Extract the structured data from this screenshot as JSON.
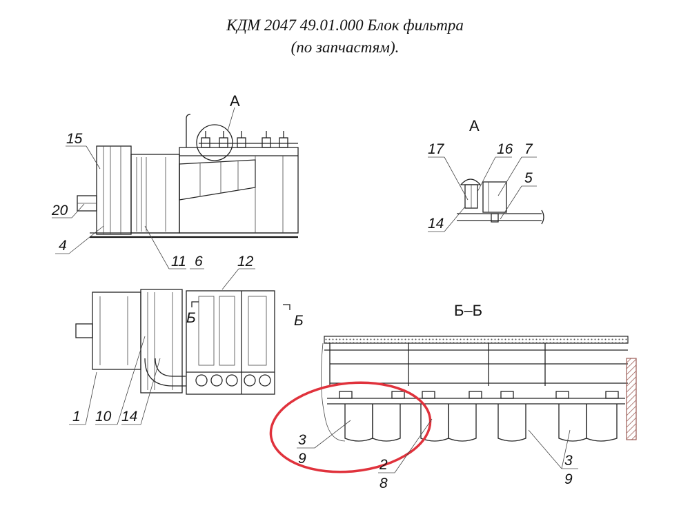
{
  "title": {
    "line1": "КДМ 2047 49.01.000 Блок фильтра",
    "line2": "(по запчастям)."
  },
  "side_view": {
    "detail_callout": "А",
    "labels": [
      "15",
      "20",
      "4",
      "11",
      "6",
      "12"
    ]
  },
  "detail_a": {
    "heading": "А",
    "labels": [
      "17",
      "16",
      "7",
      "5",
      "14"
    ]
  },
  "top_view": {
    "section_mark_left": "Б",
    "section_mark_right": "Б",
    "labels": [
      "1",
      "10",
      "14"
    ]
  },
  "section_bb": {
    "heading": "Б–Б",
    "labels": {
      "left_upper": "3",
      "left_lower": "9",
      "mid_upper": "2",
      "mid_lower": "8",
      "right_upper": "3",
      "right_lower": "9"
    }
  },
  "colors": {
    "line": "#222222",
    "highlight_ring": "#e0323c",
    "panel_hatch": "#9b5b55"
  }
}
